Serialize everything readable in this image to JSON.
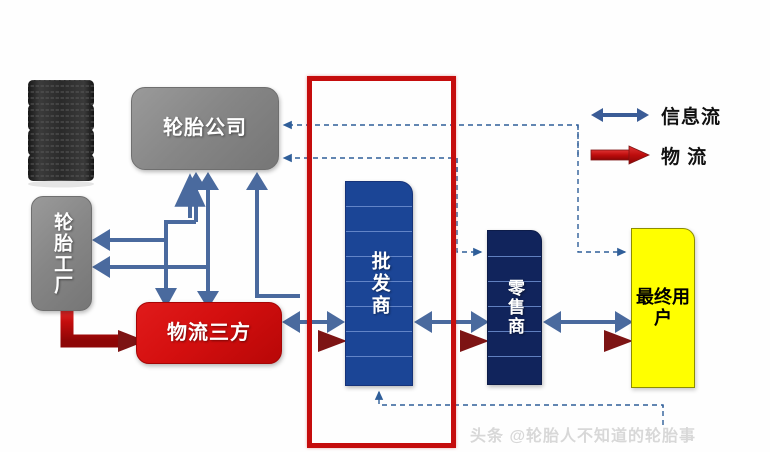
{
  "diagram": {
    "title_watermark": "头条 @轮胎人不知道的轮胎事",
    "nodes": {
      "tire_company": "轮胎公司",
      "tire_factory": "轮胎工厂",
      "logistics": "物流三方",
      "wholesaler": "批发商",
      "retailer": "零售商",
      "end_user": "最终用户"
    },
    "legend": {
      "info_flow_label": "信息流",
      "material_flow_label": "物 流",
      "info_flow_color": "#3b5c96",
      "material_flow_color": "#b60d0d"
    },
    "colors": {
      "gray_box": "#868686",
      "red_box": "#d40f0f",
      "blue_box": "#1b4596",
      "navy_box": "#11245c",
      "yellow_box": "#ffff00",
      "scope_frame": "#c50d0d",
      "dashed_line": "#2f5e99"
    },
    "icons": {
      "tire_stack": "tire-stack-icon"
    }
  }
}
